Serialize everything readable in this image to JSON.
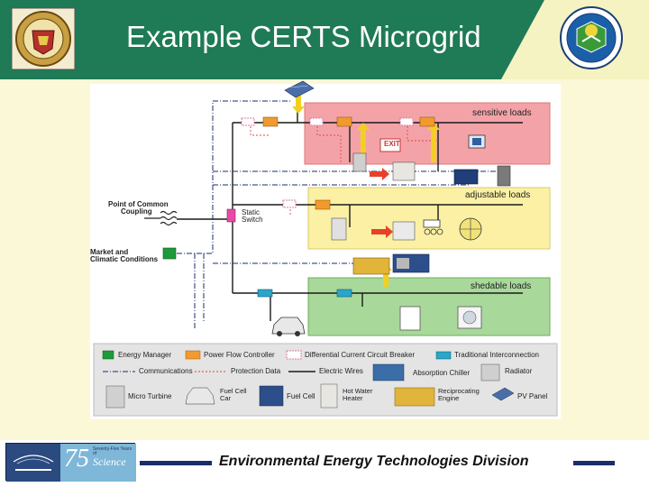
{
  "slide": {
    "title": "Example CERTS Microgrid",
    "footer_division": "Environmental Energy Technologies Division"
  },
  "diagram": {
    "zones": {
      "sensitive": "sensitive loads",
      "adjustable": "adjustable loads",
      "sheddable": "shedable loads"
    },
    "labels": {
      "point_of_common_coupling": [
        "Point of Common",
        "Coupling"
      ],
      "static_switch": [
        "Static",
        "Switch"
      ],
      "market": [
        "Market and",
        "Climatic Conditions"
      ],
      "exit_sign": "EXIT"
    },
    "legend": {
      "energy_manager": "Energy Manager",
      "power_flow_controller": "Power Flow Controller",
      "differential_breaker": "Differential Current Circuit Breaker",
      "traditional_interconnection": "Traditional Interconnection",
      "communications": "Communications",
      "protection_data": "Protection Data",
      "electric_wires": "Electric Wires",
      "absorption_chiller": "Absorption Chiller",
      "radiator": "Radiator",
      "micro_turbine": "Micro Turbine",
      "fuel_cell_car": [
        "Fuel Cell",
        "Car"
      ],
      "fuel_cell": "Fuel Cell",
      "hot_water_heater": [
        "Hot Water",
        "Heater"
      ],
      "reciprocating_engine": [
        "Reciprocating",
        "Engine"
      ],
      "pv_panel": "PV Panel"
    }
  },
  "badge": {
    "number": "75",
    "line1": "Science",
    "line2": "Seventy-Five Years of"
  },
  "colors": {
    "header_green": "#1f7a56",
    "content_yellow": "#fbf8d8",
    "sensitive_red": "#f3a3a8",
    "adjustable_yellow": "#fbf0a4",
    "sheddable_green": "#a9d89b",
    "energy_manager": "#1e9a3a",
    "power_flow": "#f29a2e",
    "breaker": "#e98fb8",
    "interconnection": "#2aa6c9",
    "footer_navy": "#1a2c6b"
  }
}
